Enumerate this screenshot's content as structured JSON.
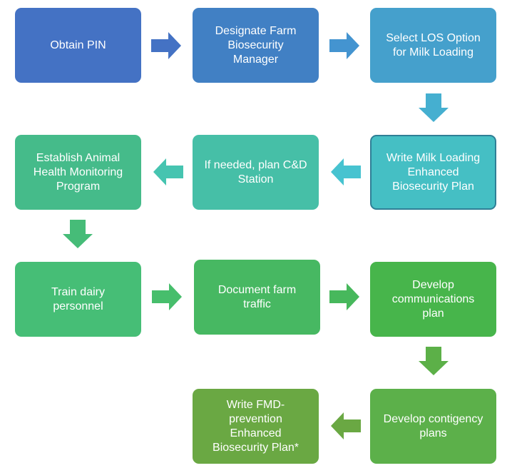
{
  "steps": [
    {
      "label": "Obtain PIN",
      "color": "#4472c4"
    },
    {
      "label": "Designate Farm\nBiosecurity\nManager",
      "color": "#4180c4"
    },
    {
      "label": "Select LOS Option\nfor Milk Loading",
      "color": "#45a0cc"
    },
    {
      "label": "Write Milk Loading\nEnhanced\nBiosecurity Plan",
      "color": "#45bfc4"
    },
    {
      "label": "If needed, plan C&D\nStation",
      "color": "#46bfa7"
    },
    {
      "label": "Establish Animal\nHealth Monitoring\nProgram",
      "color": "#45bb8a"
    },
    {
      "label": "Train dairy\npersonnel",
      "color": "#46be76"
    },
    {
      "label": "Document farm\ntraffic",
      "color": "#47b862"
    },
    {
      "label": "Develop\ncommunications\nplan",
      "color": "#47b54b"
    },
    {
      "label": "Develop contigency\nplans",
      "color": "#5cb04a"
    },
    {
      "label": "Write FMD-\nprevention\nEnhanced\nBiosecurity Plan*",
      "color": "#6aa843"
    }
  ],
  "arrow_colors": {
    "a1": "#4472c4",
    "a2": "#4494d0",
    "a3": "#45afd0",
    "a4": "#47c3d0",
    "a5": "#46c4b0",
    "a6": "#46bc78",
    "a7": "#47be6c",
    "a8": "#47b85c",
    "a9": "#5cb048",
    "a10": "#6aa843"
  }
}
